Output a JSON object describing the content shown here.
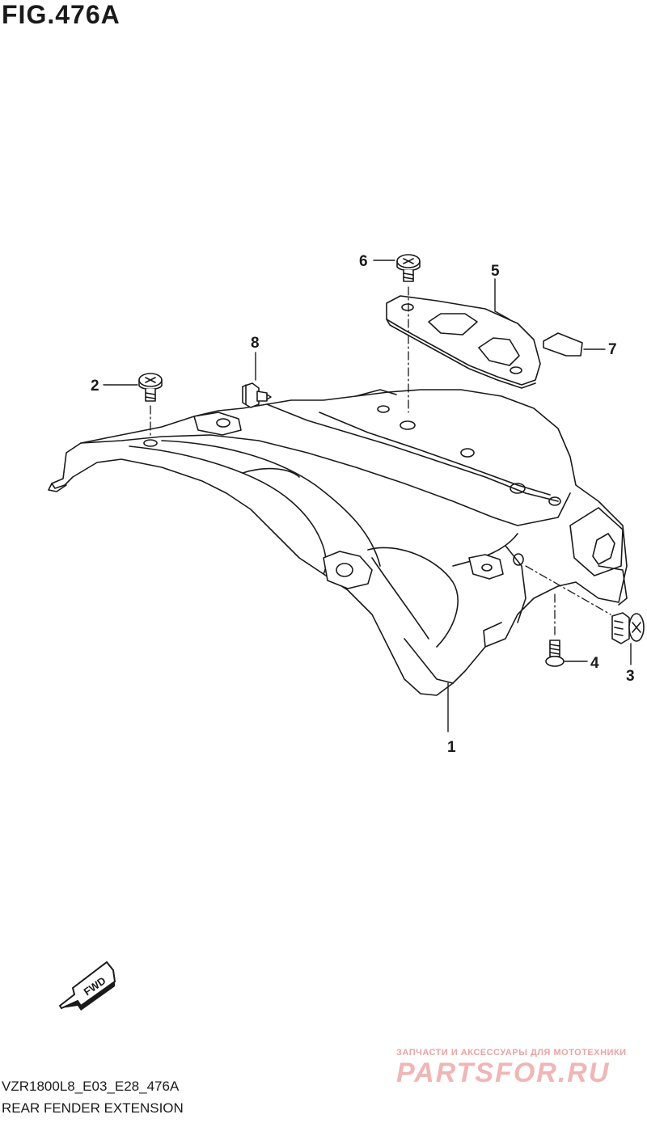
{
  "figure": {
    "title": "FIG.476A",
    "code": "VZR1800L8_E03_E28_476A",
    "name": "REAR FENDER EXTENSION"
  },
  "callouts": {
    "p1": "1",
    "p2": "2",
    "p3": "3",
    "p4": "4",
    "p5": "5",
    "p6": "6",
    "p7": "7",
    "p8": "8"
  },
  "fwd_label": "FWD",
  "watermark": {
    "tagline": "ЗАПЧАСТИ И АКСЕССУАРЫ ДЛЯ МОТОТЕХНИКИ",
    "logo": "PARTSFOR.RU"
  }
}
